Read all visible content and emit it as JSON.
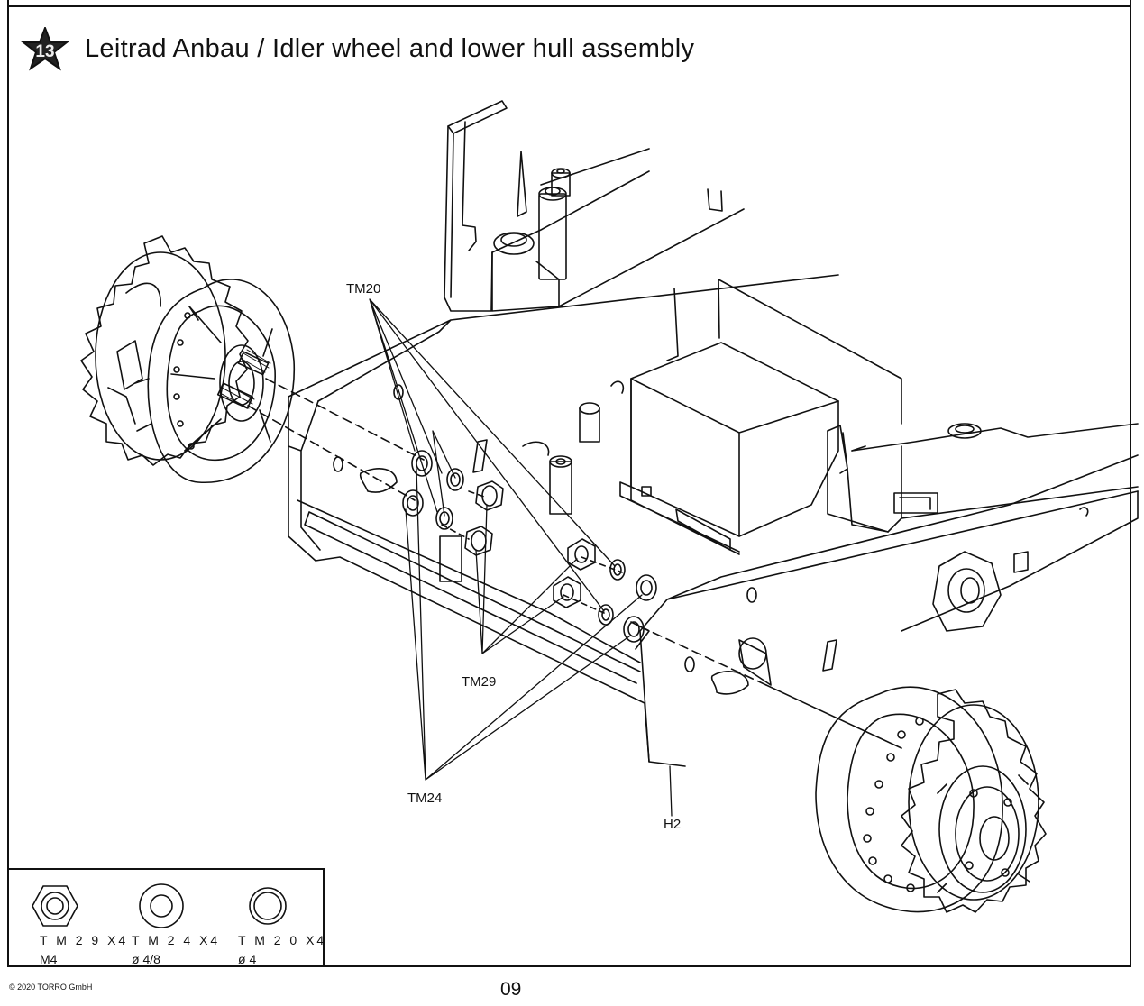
{
  "header": {
    "step_number": "13",
    "title": "Leitrad Anbau /  Idler wheel and lower hull assembly"
  },
  "labels": {
    "tm20": "TM20",
    "tm29": "TM29",
    "tm24": "TM24",
    "h2": "H2"
  },
  "legend": [
    {
      "code": "T M 2 9 X4",
      "size": "M4",
      "icon": "hex-nut-icon"
    },
    {
      "code": "T M 2 4 X4",
      "size": "ø 4/8",
      "icon": "washer-icon"
    },
    {
      "code": "T M 2 0 X4",
      "size": "ø 4",
      "icon": "spring-washer-icon"
    }
  ],
  "footer": {
    "copyright": "© 2020 TORRO GmbH",
    "page_number": "09"
  }
}
